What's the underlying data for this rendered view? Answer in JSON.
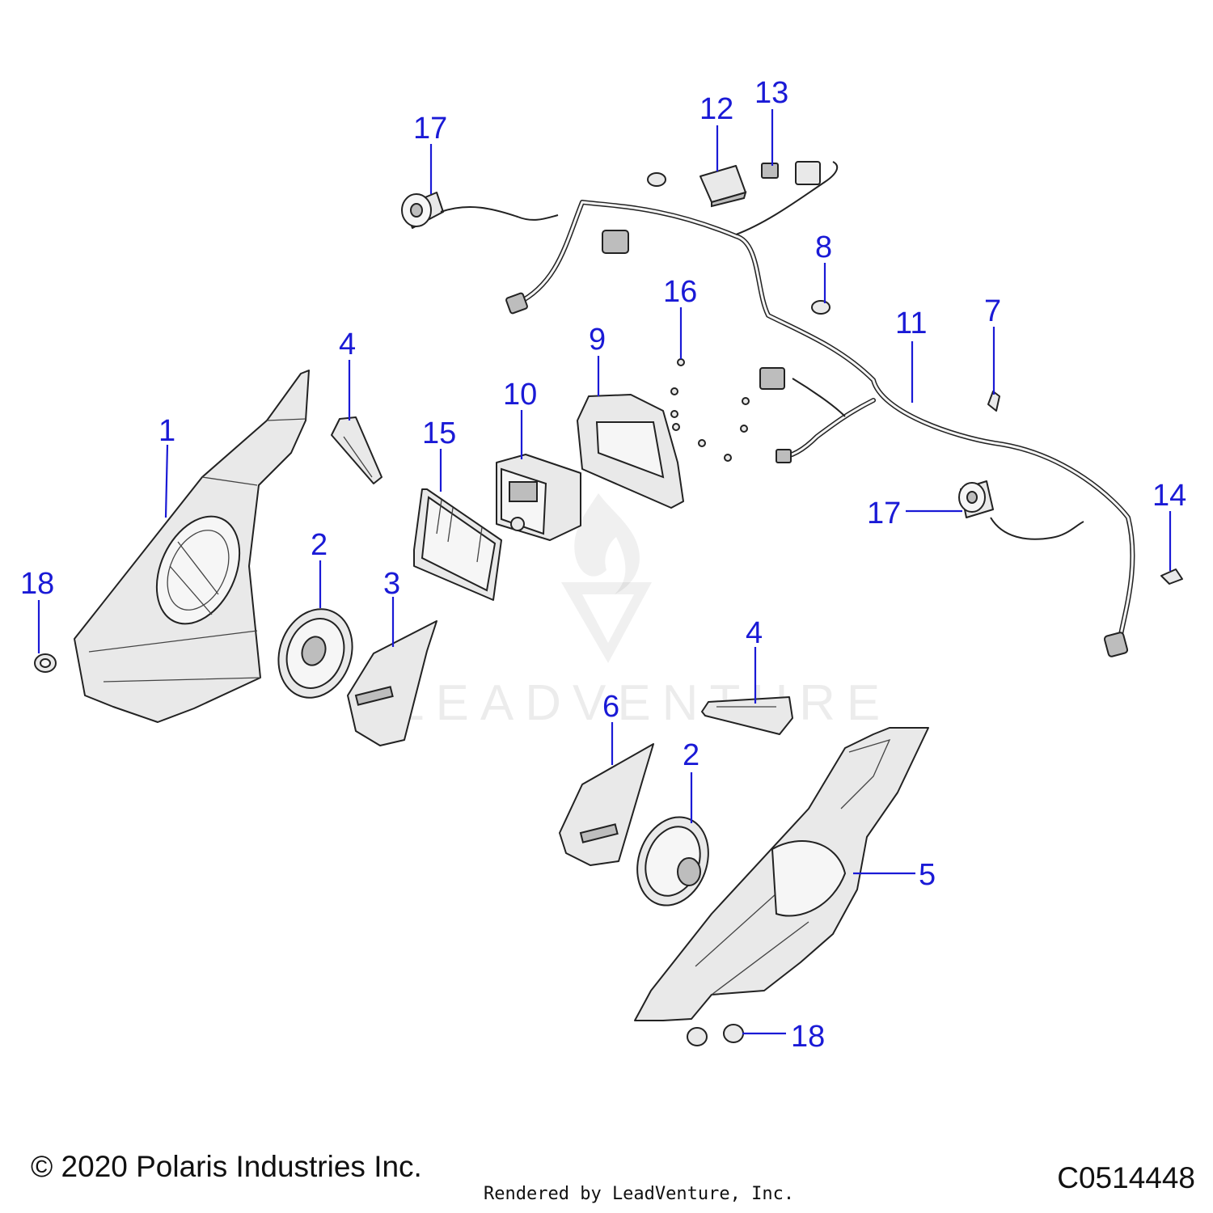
{
  "footer": {
    "copyright": "© 2020 Polaris Industries Inc.",
    "diagram_code": "C0514448",
    "rendered_by": "Rendered by LeadVenture, Inc."
  },
  "watermark": {
    "text": "LEADVENTURE"
  },
  "callouts": [
    {
      "key": "c1",
      "label": "1"
    },
    {
      "key": "c2a",
      "label": "2"
    },
    {
      "key": "c2b",
      "label": "2"
    },
    {
      "key": "c3",
      "label": "3"
    },
    {
      "key": "c4a",
      "label": "4"
    },
    {
      "key": "c4b",
      "label": "4"
    },
    {
      "key": "c5",
      "label": "5"
    },
    {
      "key": "c6",
      "label": "6"
    },
    {
      "key": "c7",
      "label": "7"
    },
    {
      "key": "c8",
      "label": "8"
    },
    {
      "key": "c9",
      "label": "9"
    },
    {
      "key": "c10",
      "label": "10"
    },
    {
      "key": "c11",
      "label": "11"
    },
    {
      "key": "c12",
      "label": "12"
    },
    {
      "key": "c13",
      "label": "13"
    },
    {
      "key": "c14",
      "label": "14"
    },
    {
      "key": "c15",
      "label": "15"
    },
    {
      "key": "c16",
      "label": "16"
    },
    {
      "key": "c17a",
      "label": "17"
    },
    {
      "key": "c17b",
      "label": "17"
    },
    {
      "key": "c18a",
      "label": "18"
    },
    {
      "key": "c18b",
      "label": "18"
    }
  ]
}
